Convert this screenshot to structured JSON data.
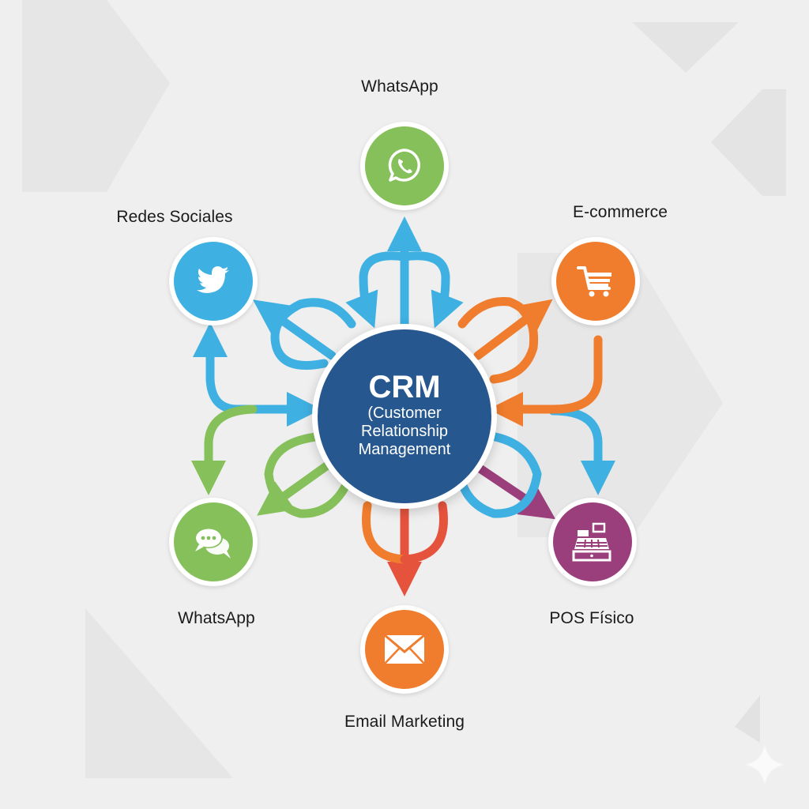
{
  "colors": {
    "background": "#efefef",
    "hub": "#27578f",
    "blue": "#3fb0e2",
    "green": "#86c05a",
    "orange": "#f07d2d",
    "red": "#e5533d",
    "purple": "#9b3f7c"
  },
  "hub": {
    "title": "CRM",
    "line1": "(Customer",
    "line2": "Relationship",
    "line3": "Management"
  },
  "nodes": [
    {
      "id": "whatsapp-top",
      "label": "WhatsApp",
      "icon": "whatsapp-icon",
      "color": "#86c05a"
    },
    {
      "id": "redes-sociales",
      "label": "Redes Sociales",
      "icon": "twitter-bird-icon",
      "color": "#3fb0e2"
    },
    {
      "id": "e-commerce",
      "label": "E-commerce",
      "icon": "shopping-cart-icon",
      "color": "#f07d2d"
    },
    {
      "id": "whatsapp-bottom",
      "label": "WhatsApp",
      "icon": "chat-bubbles-icon",
      "color": "#86c05a"
    },
    {
      "id": "pos-fisico",
      "label": "POS Físico",
      "icon": "cash-register-icon",
      "color": "#9b3f7c"
    },
    {
      "id": "email-marketing",
      "label": "Email Marketing",
      "icon": "envelope-icon",
      "color": "#f07d2d"
    }
  ]
}
